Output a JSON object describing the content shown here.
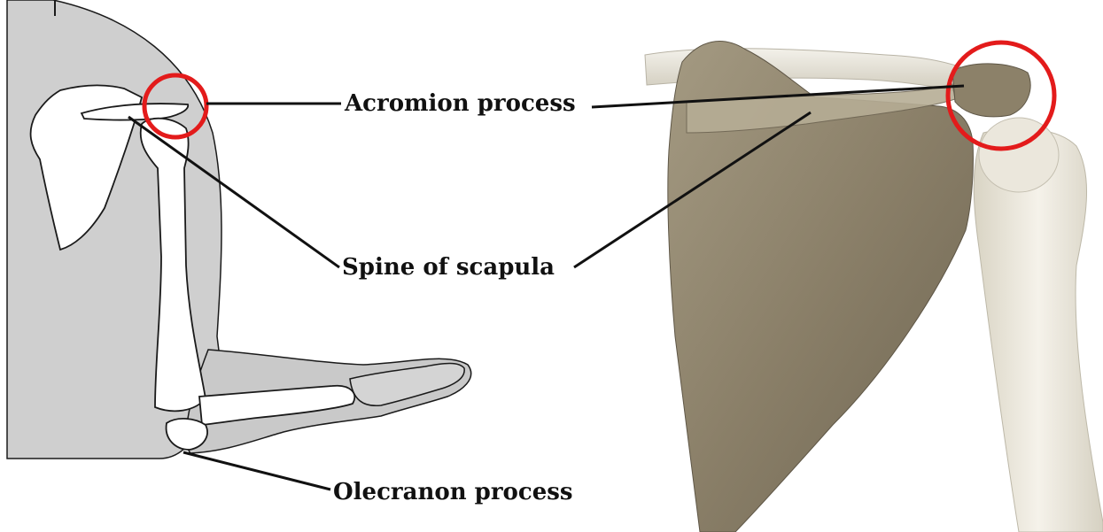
{
  "labels": {
    "acromion": "Acromion process",
    "spine": "Spine of scapula",
    "olecranon": "Olecranon process"
  },
  "colors": {
    "body_silhouette": "#cfcfcf",
    "outline": "#1a1a1a",
    "highlight_circle": "#e31b1b",
    "scapula_bone": "#8f8570",
    "humerus_bone": "#ece8dc",
    "leader_line": "#111111"
  }
}
